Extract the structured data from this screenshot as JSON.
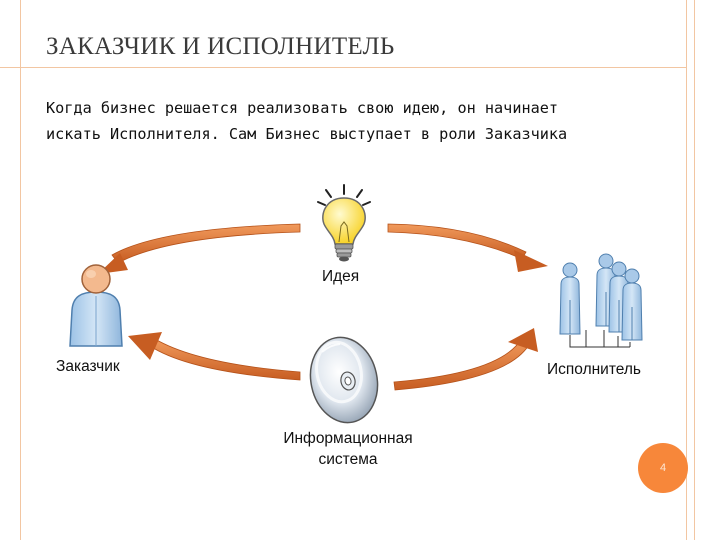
{
  "slide": {
    "title": "ЗАКАЗЧИК И ИСПОЛНИТЕЛЬ",
    "body_lines": [
      "Когда бизнес решается реализовать свою идею, он начинает",
      "искать Исполнителя. Сам Бизнес выступает в роли Заказчика"
    ],
    "page_number": "4"
  },
  "diagram": {
    "nodes": {
      "idea": {
        "label": "Идея",
        "icon": "light-bulb-icon"
      },
      "customer": {
        "label": "Заказчик",
        "icon": "person-icon"
      },
      "contractor": {
        "label": "Исполнитель",
        "icon": "team-icon"
      },
      "system": {
        "label_lines": [
          "Информационная",
          "система"
        ],
        "icon": "cd-disc-icon"
      }
    },
    "colors": {
      "arrow": "#e07a3a",
      "arrow_dark": "#b5521a",
      "person": "#b5d2ec",
      "person_outline": "#4f7fae",
      "head": "#f3b98e",
      "bulb": "#ffe24a",
      "accent": "#f7873a",
      "frame": "#f2c6a2"
    }
  }
}
